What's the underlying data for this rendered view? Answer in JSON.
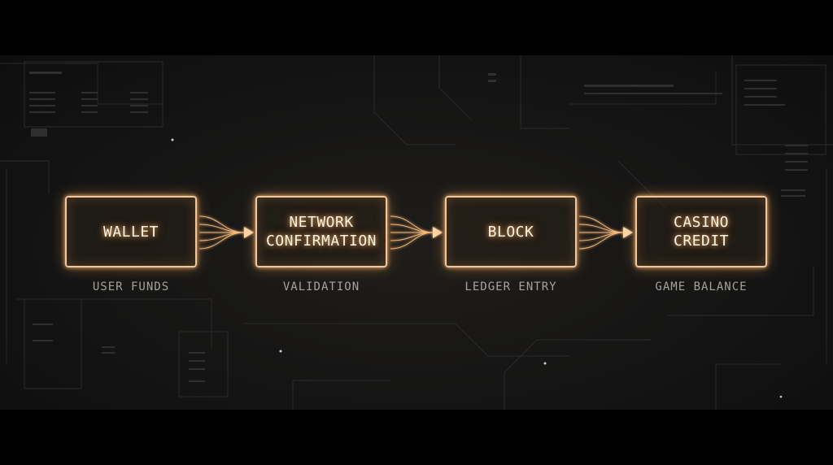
{
  "colors": {
    "background": "#141414",
    "accent_glow": "#f2a45f",
    "node_border": "#f2c79a",
    "node_text": "#fff3e2",
    "caption_text": "#a7a39c"
  },
  "diagram": {
    "nodes": [
      {
        "id": "wallet",
        "label": "WALLET",
        "caption": "USER FUNDS"
      },
      {
        "id": "network",
        "label": "NETWORK\nCONFIRMATION",
        "caption": "VALIDATION"
      },
      {
        "id": "block",
        "label": "BLOCK",
        "caption": "LEDGER ENTRY"
      },
      {
        "id": "casino",
        "label": "CASINO\nCREDIT",
        "caption": "GAME BALANCE"
      }
    ],
    "edges": [
      {
        "from": "wallet",
        "to": "network"
      },
      {
        "from": "network",
        "to": "block"
      },
      {
        "from": "block",
        "to": "casino"
      }
    ]
  }
}
